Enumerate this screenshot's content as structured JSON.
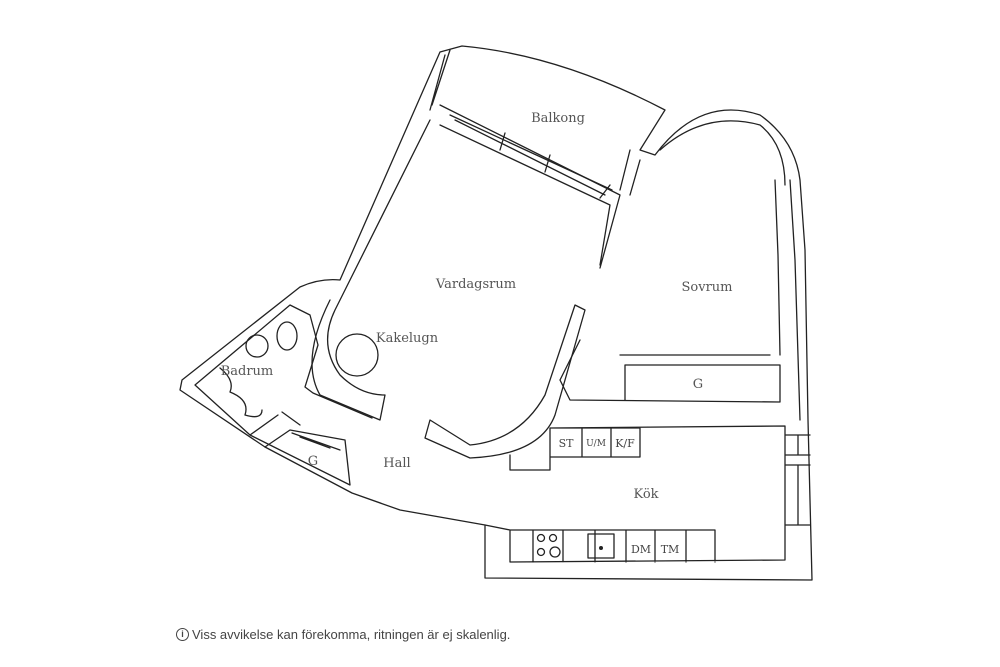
{
  "rooms": {
    "balkong": "Balkong",
    "vardagsrum": "Vardagsrum",
    "sovrum": "Sovrum",
    "kakelugn": "Kakelugn",
    "badrum": "Badrum",
    "hall": "Hall",
    "kok": "Kök",
    "garderob_sovrum": "G",
    "garderob_hall": "G"
  },
  "appliances": {
    "st": "ST",
    "um": "U/M",
    "kf": "K/F",
    "dm": "DM",
    "tm": "TM"
  },
  "disclaimer": {
    "icon": "info-icon",
    "text": "Viss avvikelse kan förekomma, ritningen är ej skalenlig."
  }
}
